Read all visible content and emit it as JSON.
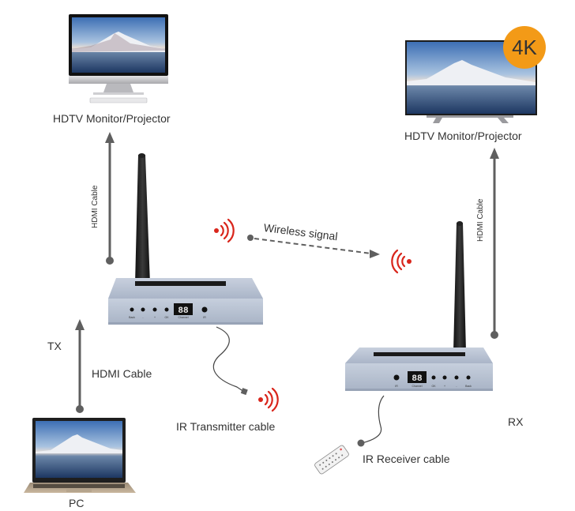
{
  "labels": {
    "tx_monitor": "HDTV Monitor/Projector",
    "rx_monitor": "HDTV Monitor/Projector",
    "badge": "4K",
    "hdmi_cable_tx_out": "HDMI Cable",
    "hdmi_cable_rx_out": "HDMI Cable",
    "wireless_signal": "Wireless signal",
    "tx": "TX",
    "hdmi_cable_pc": "HDMI Cable",
    "ir_transmitter": "IR Transmitter cable",
    "rx": "RX",
    "ir_receiver": "IR Receiver cable",
    "pc": "PC"
  },
  "devices": {
    "transmitter": {
      "display": "88",
      "buttons": [
        "Back",
        "-",
        "+",
        "OK"
      ],
      "display_label": "Channel",
      "ir_label": "IR"
    },
    "receiver": {
      "display": "88",
      "buttons": [
        "OK",
        "+",
        "-",
        "Back"
      ],
      "display_label": "Channel",
      "ir_label": "IR"
    }
  },
  "colors": {
    "arrow": "#5f5f5f",
    "signal": "#d9261c",
    "badge": "#f39a17",
    "device": "#b9c3d3"
  }
}
